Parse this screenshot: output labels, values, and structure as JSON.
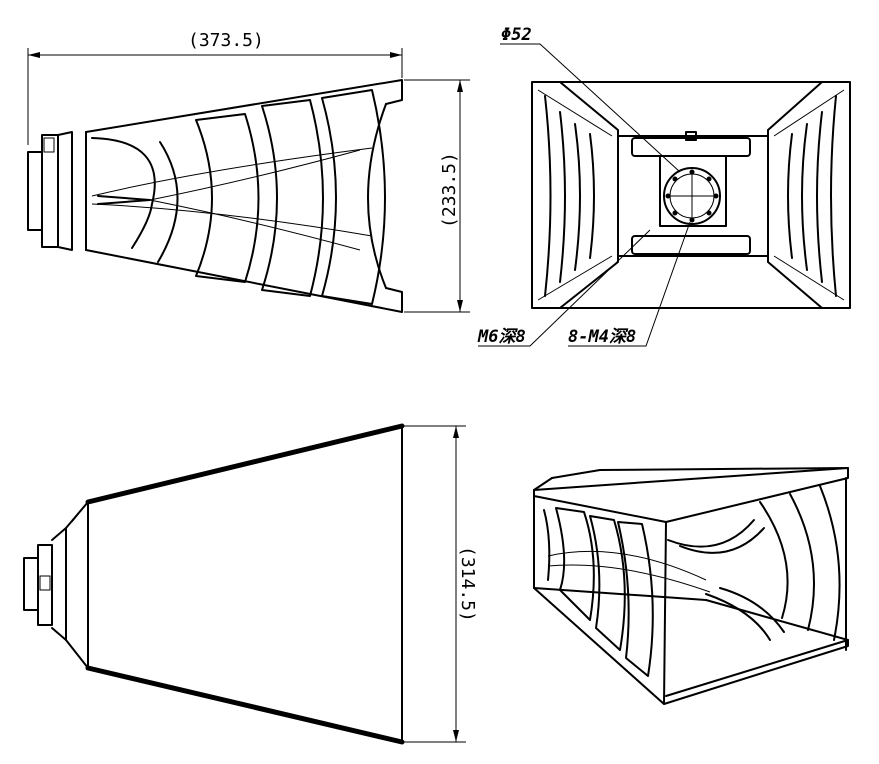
{
  "dimensions": {
    "length": "(373.5)",
    "height": "(233.5)",
    "width": "(314.5)"
  },
  "callouts": {
    "flange_diameter": "Φ52",
    "center_hole": "M6深8",
    "bolt_holes": "8-M4深8"
  }
}
